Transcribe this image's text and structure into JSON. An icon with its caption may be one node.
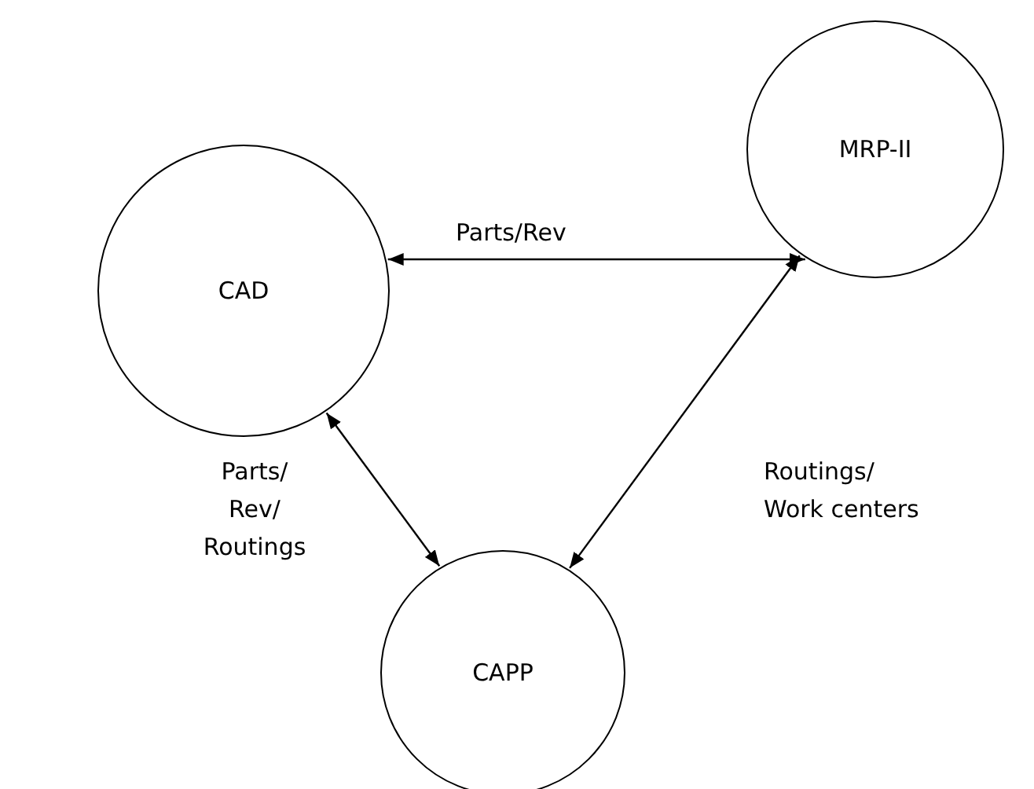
{
  "diagram": {
    "nodes": [
      {
        "text": [
          "CAD"
        ]
      },
      {
        "text": [
          "MRP-II"
        ]
      },
      {
        "text": [
          "CAPP"
        ]
      }
    ],
    "edges": [
      {
        "from": 0,
        "to": 1,
        "arrow": "both",
        "label": "Parts/Rev"
      },
      {
        "from": 0,
        "to": 2,
        "arrow": "both",
        "label": "Parts/ Rev/ Routings"
      },
      {
        "from": 1,
        "to": 2,
        "arrow": "both",
        "label": "Routings/ Work centers"
      }
    ]
  }
}
